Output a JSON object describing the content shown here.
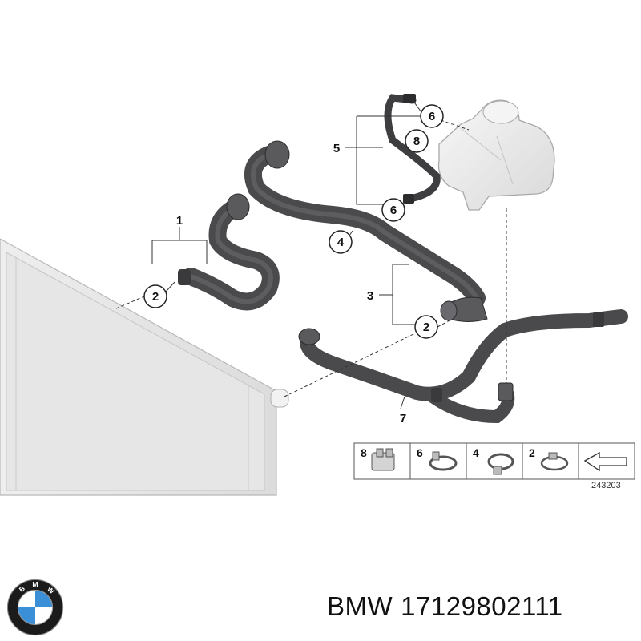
{
  "diagram": {
    "callouts": {
      "c1": "1",
      "c2a": "2",
      "c2b": "2",
      "c3": "3",
      "c4": "4",
      "c5": "5",
      "c6a": "6",
      "c6b": "6",
      "c7": "7",
      "c8": "8"
    },
    "legend": {
      "items": [
        {
          "number": "8",
          "icon": "clip-bracket-icon"
        },
        {
          "number": "6",
          "icon": "spring-clamp-icon"
        },
        {
          "number": "4",
          "icon": "hose-clamp-icon"
        },
        {
          "number": "2",
          "icon": "band-clamp-icon"
        }
      ],
      "reference_code": "243203"
    }
  },
  "footer": {
    "brand": "BMW",
    "part_number": "17129802111"
  },
  "logo": {
    "letters": "BMW",
    "colors": {
      "blue": "#3a8fd6",
      "white": "#ffffff",
      "ring": "#1b1b1b"
    }
  }
}
